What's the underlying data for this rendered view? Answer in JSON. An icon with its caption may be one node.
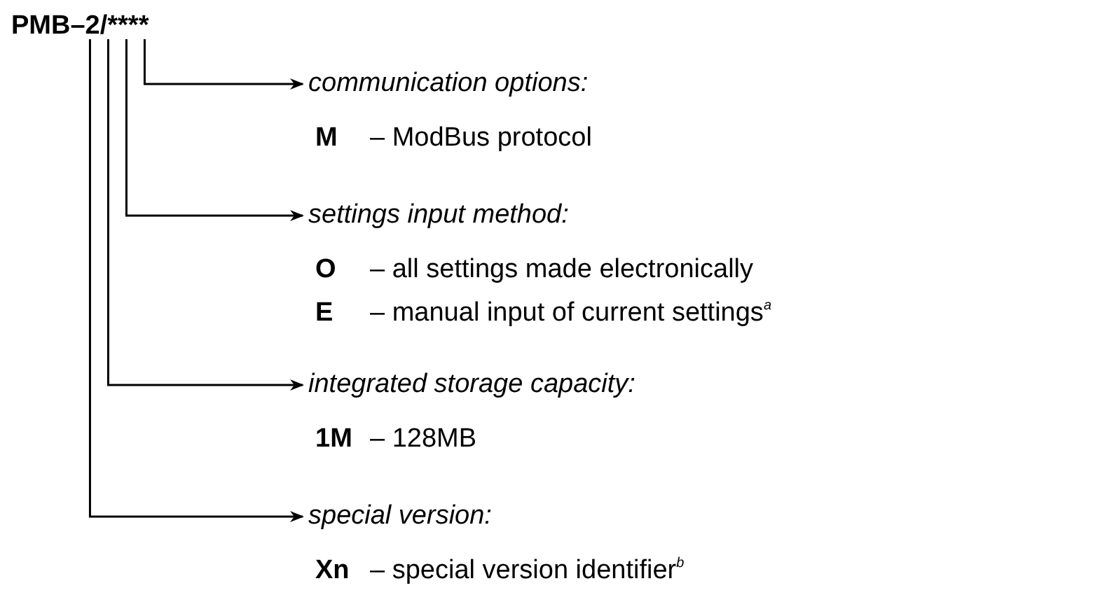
{
  "diagram": {
    "nodes": [
      {
        "text": [
          "PMB–2/****"
        ]
      },
      {
        "text": [
          "communication options:"
        ]
      },
      {
        "text": [
          "settings input method:"
        ]
      },
      {
        "text": [
          "integrated storage capacity:"
        ]
      },
      {
        "text": [
          "special version:"
        ]
      }
    ],
    "edges": [
      {
        "from": 0,
        "to": 1,
        "arrow": "to"
      },
      {
        "from": 0,
        "to": 2,
        "arrow": "to"
      },
      {
        "from": 0,
        "to": 3,
        "arrow": "to"
      },
      {
        "from": 0,
        "to": 4,
        "arrow": "to"
      }
    ],
    "labels": [
      "M",
      "– ModBus protocol",
      "O",
      "– all settings made electronically",
      "E",
      "– manual input of current settings$^{a}$",
      "1M",
      "– 128MB",
      "Xn",
      "– special version identifier$^{b}$"
    ]
  }
}
